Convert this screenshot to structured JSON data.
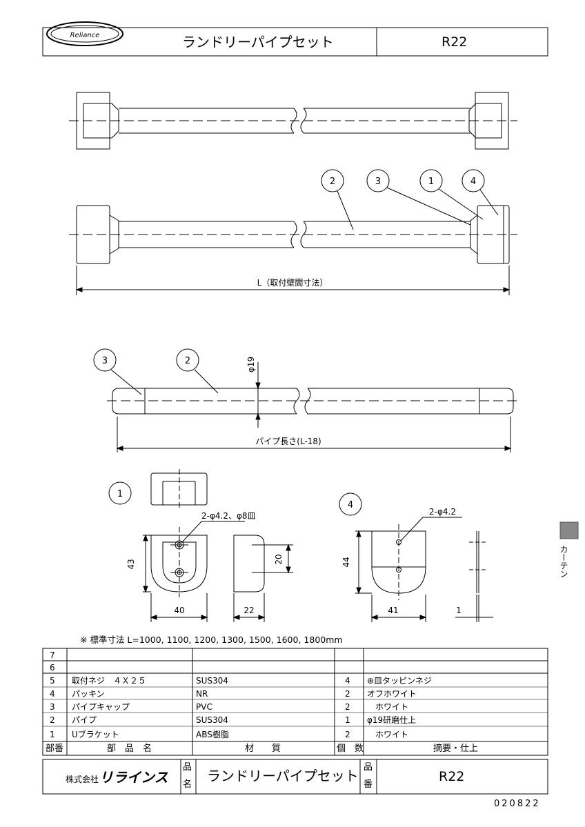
{
  "header": {
    "logo_text": "Reliance",
    "title": "ランドリーパイプセット",
    "code": "R22"
  },
  "drawing": {
    "dim_L": "L（取付壁間寸法）",
    "dim_pipe_len": "パイプ長さ(L-18)",
    "dim_phi19": "φ19",
    "balloons": [
      "1",
      "2",
      "3",
      "4"
    ],
    "detail1_holes": "2-φ4.2、φ8皿",
    "detail1_h": "43",
    "detail1_w": "40",
    "detail1_side_h": "20",
    "detail1_side_w": "22",
    "detail4_holes": "2-φ4.2",
    "detail4_h": "44",
    "detail4_w": "41",
    "detail4_thick": "1"
  },
  "side_tab": {
    "label": "カーテン"
  },
  "note": "※ 標準寸法 L=1000, 1100, 1200, 1300, 1500, 1600, 1800mm",
  "parts_table": {
    "rows": [
      {
        "no": "7",
        "name": "",
        "material": "",
        "qty": "",
        "remark": ""
      },
      {
        "no": "6",
        "name": "",
        "material": "",
        "qty": "",
        "remark": ""
      },
      {
        "no": "5",
        "name": "取付ネジ　４Ｘ２５",
        "material": "SUS304",
        "qty": "4",
        "remark": "⊕皿タッピンネジ"
      },
      {
        "no": "4",
        "name": "パッキン",
        "material": "NR",
        "qty": "2",
        "remark": "オフホワイト"
      },
      {
        "no": "3",
        "name": "パイプキャップ",
        "material": "PVC",
        "qty": "2",
        "remark": "　ホワイト"
      },
      {
        "no": "2",
        "name": "パイプ",
        "material": "SUS304",
        "qty": "1",
        "remark": "φ19研磨仕上"
      },
      {
        "no": "1",
        "name": "Uブラケット",
        "material": "ABS樹脂",
        "qty": "2",
        "remark": "　ホワイト"
      }
    ],
    "headers": {
      "no": "部番",
      "name": "部　品　名",
      "material": "材　　質",
      "qty": "個　数",
      "remark": "摘要・仕上"
    }
  },
  "footer": {
    "company_prefix": "株式会社",
    "company_name": "リラインス",
    "label_hin_1": "品",
    "label_mei": "名",
    "product": "ランドリーパイプセット",
    "label_hin_2": "品",
    "label_ban": "番",
    "code": "R22",
    "date_code": "020822"
  }
}
